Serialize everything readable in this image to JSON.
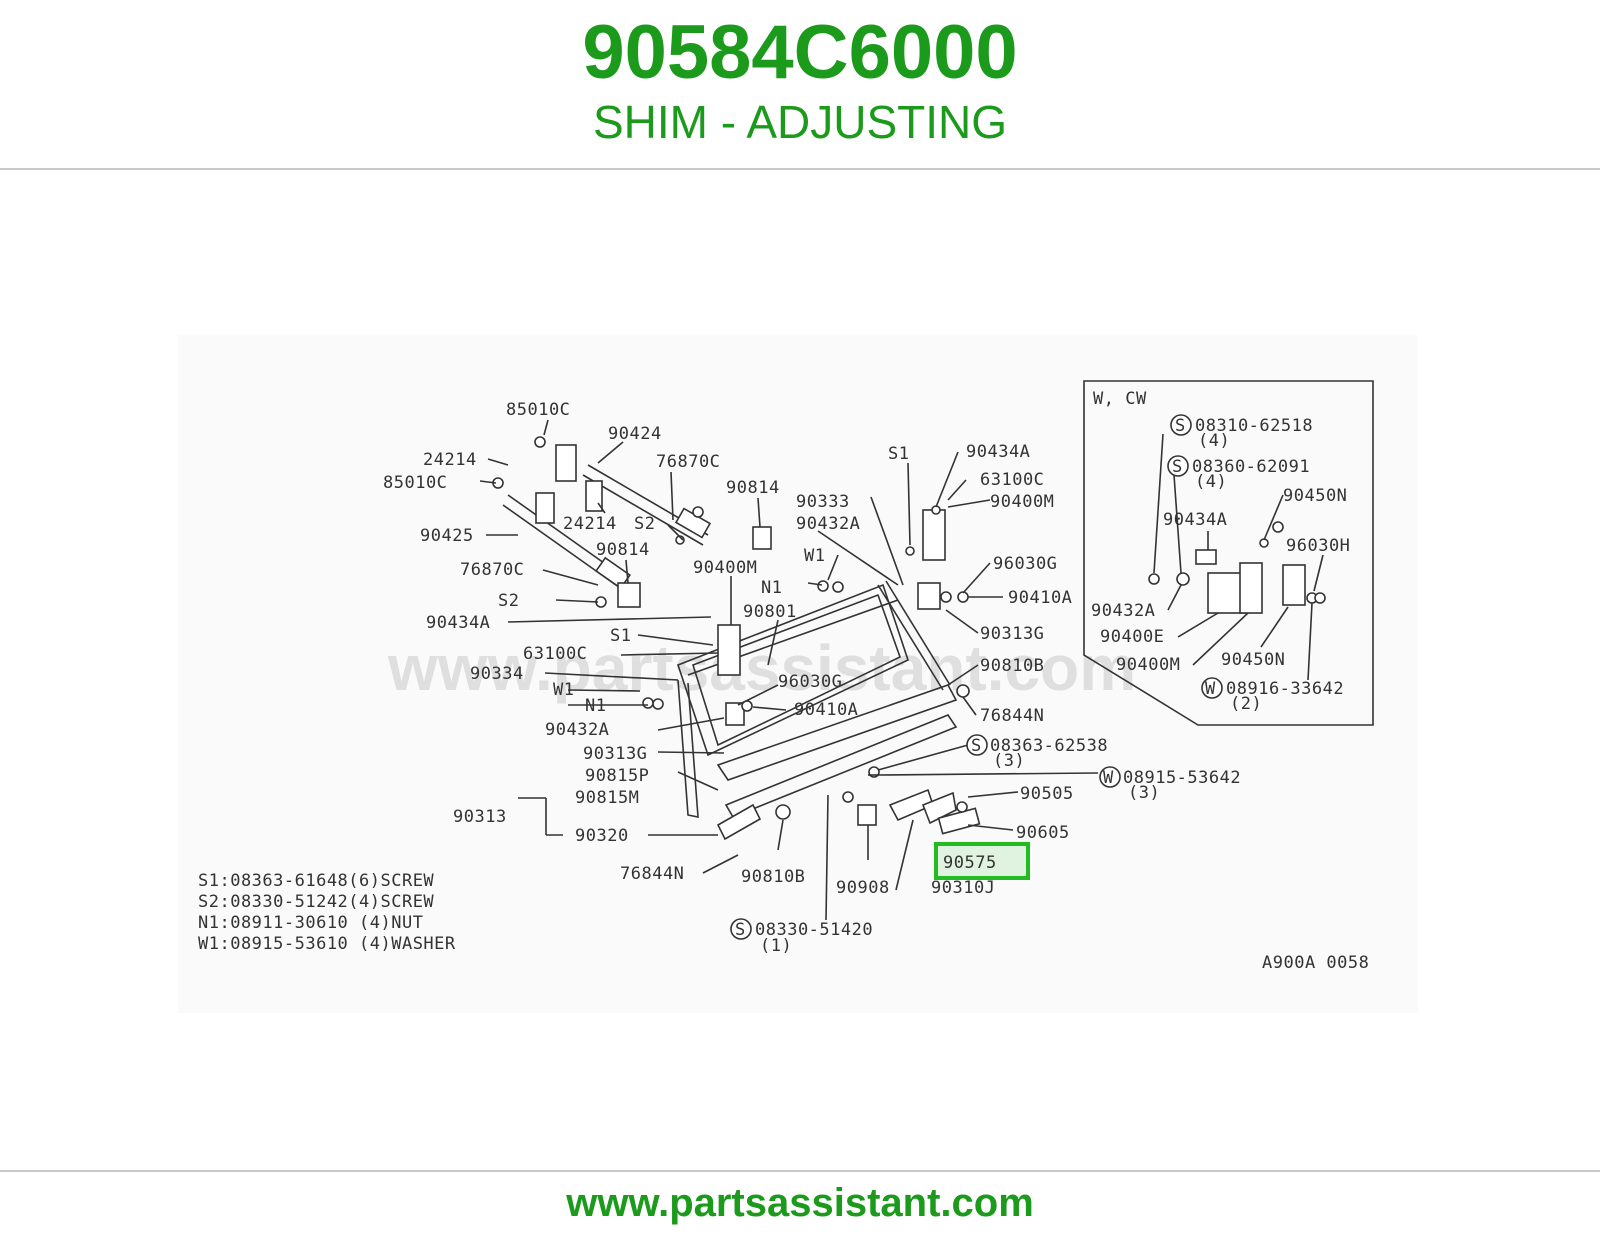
{
  "header": {
    "part_number": "90584C6000",
    "part_name": "SHIM - ADJUSTING"
  },
  "diagram": {
    "callouts": {
      "c1": "85010C",
      "c2": "90424",
      "c3": "24214",
      "c4": "76870C",
      "c5": "85010C",
      "c6": "90814",
      "c7": "24214",
      "c8": "S2",
      "c9": "90425",
      "c10": "90814",
      "c11": "76870C",
      "c12": "S2",
      "c13": "90434A",
      "c14": "90400M",
      "c15": "S1",
      "c16": "63100C",
      "c17": "90801",
      "c18": "90334",
      "c19": "W1",
      "c20": "N1",
      "c21": "90432A",
      "c22": "96030G",
      "c23": "90410A",
      "c24": "90313G",
      "c25": "90815P",
      "c26": "90815M",
      "c27": "90313",
      "c28": "90320",
      "c29": "76844N",
      "c30": "90810B",
      "c31": "90908",
      "c32": "90310J",
      "c33": "90333",
      "c34": "90432A",
      "c35": "W1",
      "c36": "N1",
      "c37": "S1",
      "c38": "90434A",
      "c39": "63100C",
      "c40": "90400M",
      "c41": "96030G",
      "c42": "90410A",
      "c43": "90313G",
      "c44": "90810B",
      "c45": "76844N",
      "c46": "08363-62538",
      "c47": "(3)",
      "c48": "08915-53642",
      "c49": "(3)",
      "c50": "90505",
      "c51": "90605",
      "c52": "08330-51420",
      "c53": "(1)",
      "highlight": "90575"
    },
    "inset": {
      "title": "W, CW",
      "labels": {
        "a1": "08310-62518",
        "a2": "(4)",
        "a3": "08360-62091",
        "a4": "(4)",
        "a5": "90450N",
        "a6": "90434A",
        "a7": "96030H",
        "a8": "90432A",
        "a9": "90400E",
        "a10": "90400M",
        "a11": "90450N",
        "a12": "08916-33642",
        "a13": "(2)"
      }
    },
    "legend": {
      "l1": "S1:08363-61648(6)SCREW",
      "l2": "S2:08330-51242(4)SCREW",
      "l3": "N1:08911-30610 (4)NUT",
      "l4": "W1:08915-53610 (4)WASHER"
    },
    "ref_code": "A900A 0058",
    "watermark": "www.partsassistant.com",
    "highlight_color": "#22bb22"
  },
  "footer": {
    "url": "www.partsassistant.com"
  }
}
